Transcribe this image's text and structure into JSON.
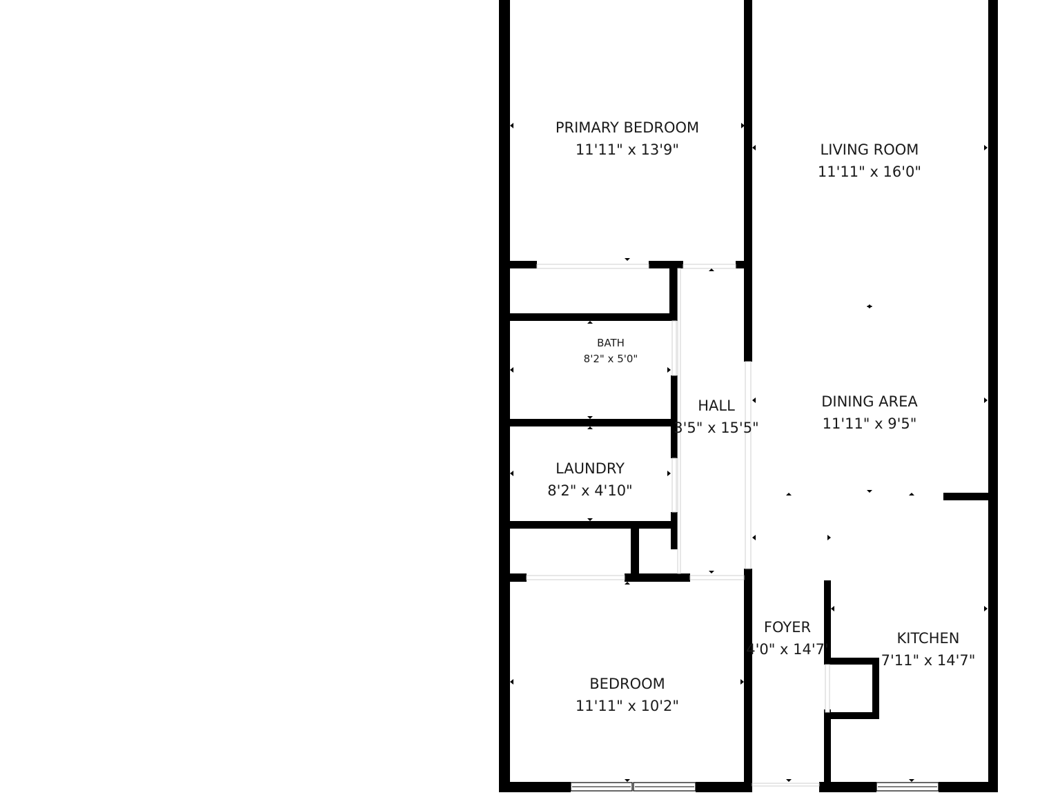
{
  "rooms": {
    "primary_bedroom": {
      "name": "PRIMARY BEDROOM",
      "dims": "11'11\" x 13'9\""
    },
    "living_room": {
      "name": "LIVING ROOM",
      "dims": "11'11\" x 16'0\""
    },
    "bath": {
      "name": "BATH",
      "dims": "8'2\" x 5'0\""
    },
    "hall": {
      "name": "HALL",
      "dims": "3'5\" x 15'5\""
    },
    "dining_area": {
      "name": "DINING AREA",
      "dims": "11'11\" x 9'5\""
    },
    "laundry": {
      "name": "LAUNDRY",
      "dims": "8'2\" x 4'10\""
    },
    "foyer": {
      "name": "FOYER",
      "dims": "4'0\" x 14'7'"
    },
    "kitchen": {
      "name": "KITCHEN",
      "dims": "7'11\" x 14'7\""
    },
    "bedroom": {
      "name": "BEDROOM",
      "dims": "11'11\" x 10'2\""
    }
  },
  "colors": {
    "wall": "#000000",
    "background": "#ffffff",
    "text": "#1a1a1a"
  }
}
